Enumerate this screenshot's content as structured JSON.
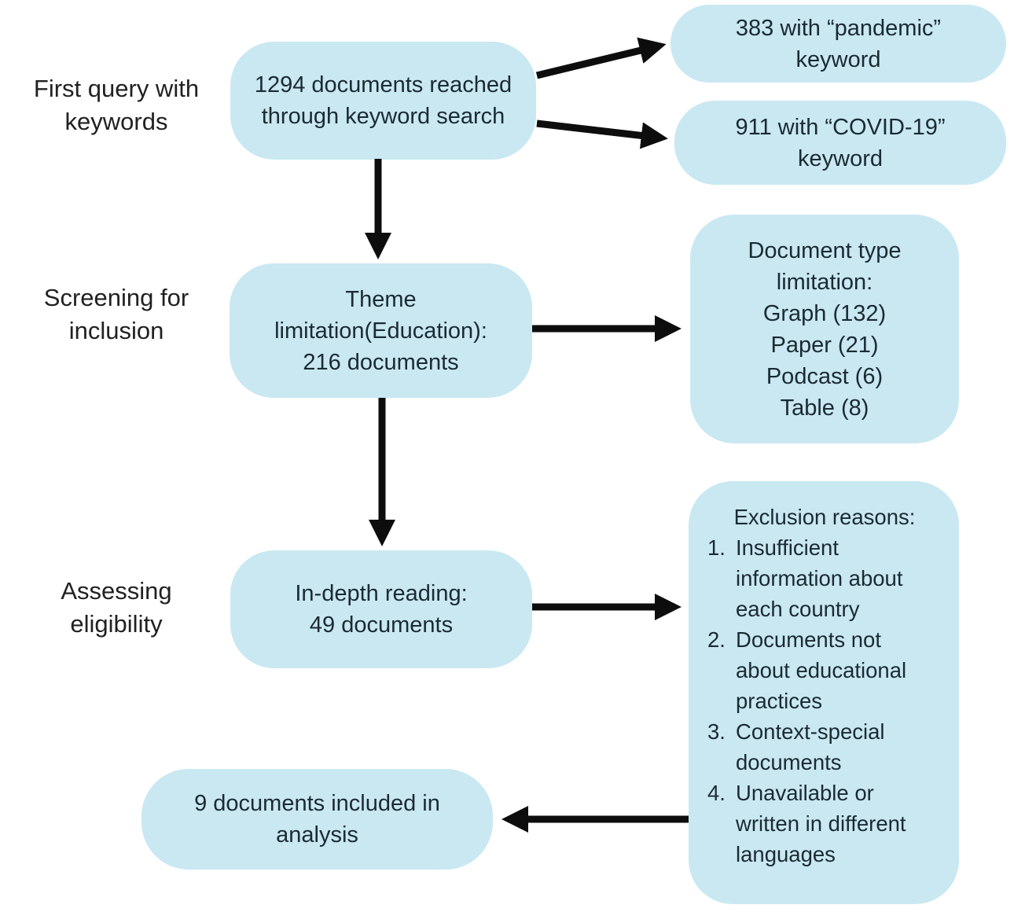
{
  "colors": {
    "box_fill": "#c9e8f2",
    "box_text": "#1b2a33",
    "label_text": "#212121",
    "arrow": "#0d0d0d",
    "background": "#ffffff"
  },
  "stage_labels": {
    "first_query": {
      "lines": [
        "First query with",
        "keywords"
      ]
    },
    "screening": {
      "lines": [
        "Screening for",
        "inclusion"
      ]
    },
    "assessing": {
      "lines": [
        "Assessing",
        "eligibility"
      ]
    }
  },
  "boxes": {
    "keyword_search": {
      "lines": [
        "1294 documents reached",
        "through keyword search"
      ]
    },
    "pandemic": {
      "lines": [
        "383 with “pandemic”",
        "keyword"
      ]
    },
    "covid": {
      "lines": [
        "911 with “COVID-19”",
        "keyword"
      ]
    },
    "theme_limitation": {
      "lines": [
        "Theme",
        "limitation(Education):",
        "216 documents"
      ]
    },
    "document_type": {
      "lines": [
        "Document type",
        "limitation:",
        "Graph (132)",
        "Paper (21)",
        "Podcast (6)",
        "Table (8)"
      ]
    },
    "in_depth": {
      "lines": [
        "In-depth reading:",
        "49 documents"
      ]
    },
    "exclusion": {
      "title": "Exclusion reasons:",
      "items": [
        {
          "num": "1.",
          "lines": [
            "Insufficient",
            "information about",
            "each country"
          ]
        },
        {
          "num": "2.",
          "lines": [
            "Documents not",
            "about educational",
            "practices"
          ]
        },
        {
          "num": "3.",
          "lines": [
            "Context-special",
            "documents"
          ]
        },
        {
          "num": "4.",
          "lines": [
            "Unavailable or",
            "written in different",
            "languages"
          ]
        }
      ]
    },
    "included": {
      "lines": [
        "9 documents included in",
        "analysis"
      ]
    }
  }
}
